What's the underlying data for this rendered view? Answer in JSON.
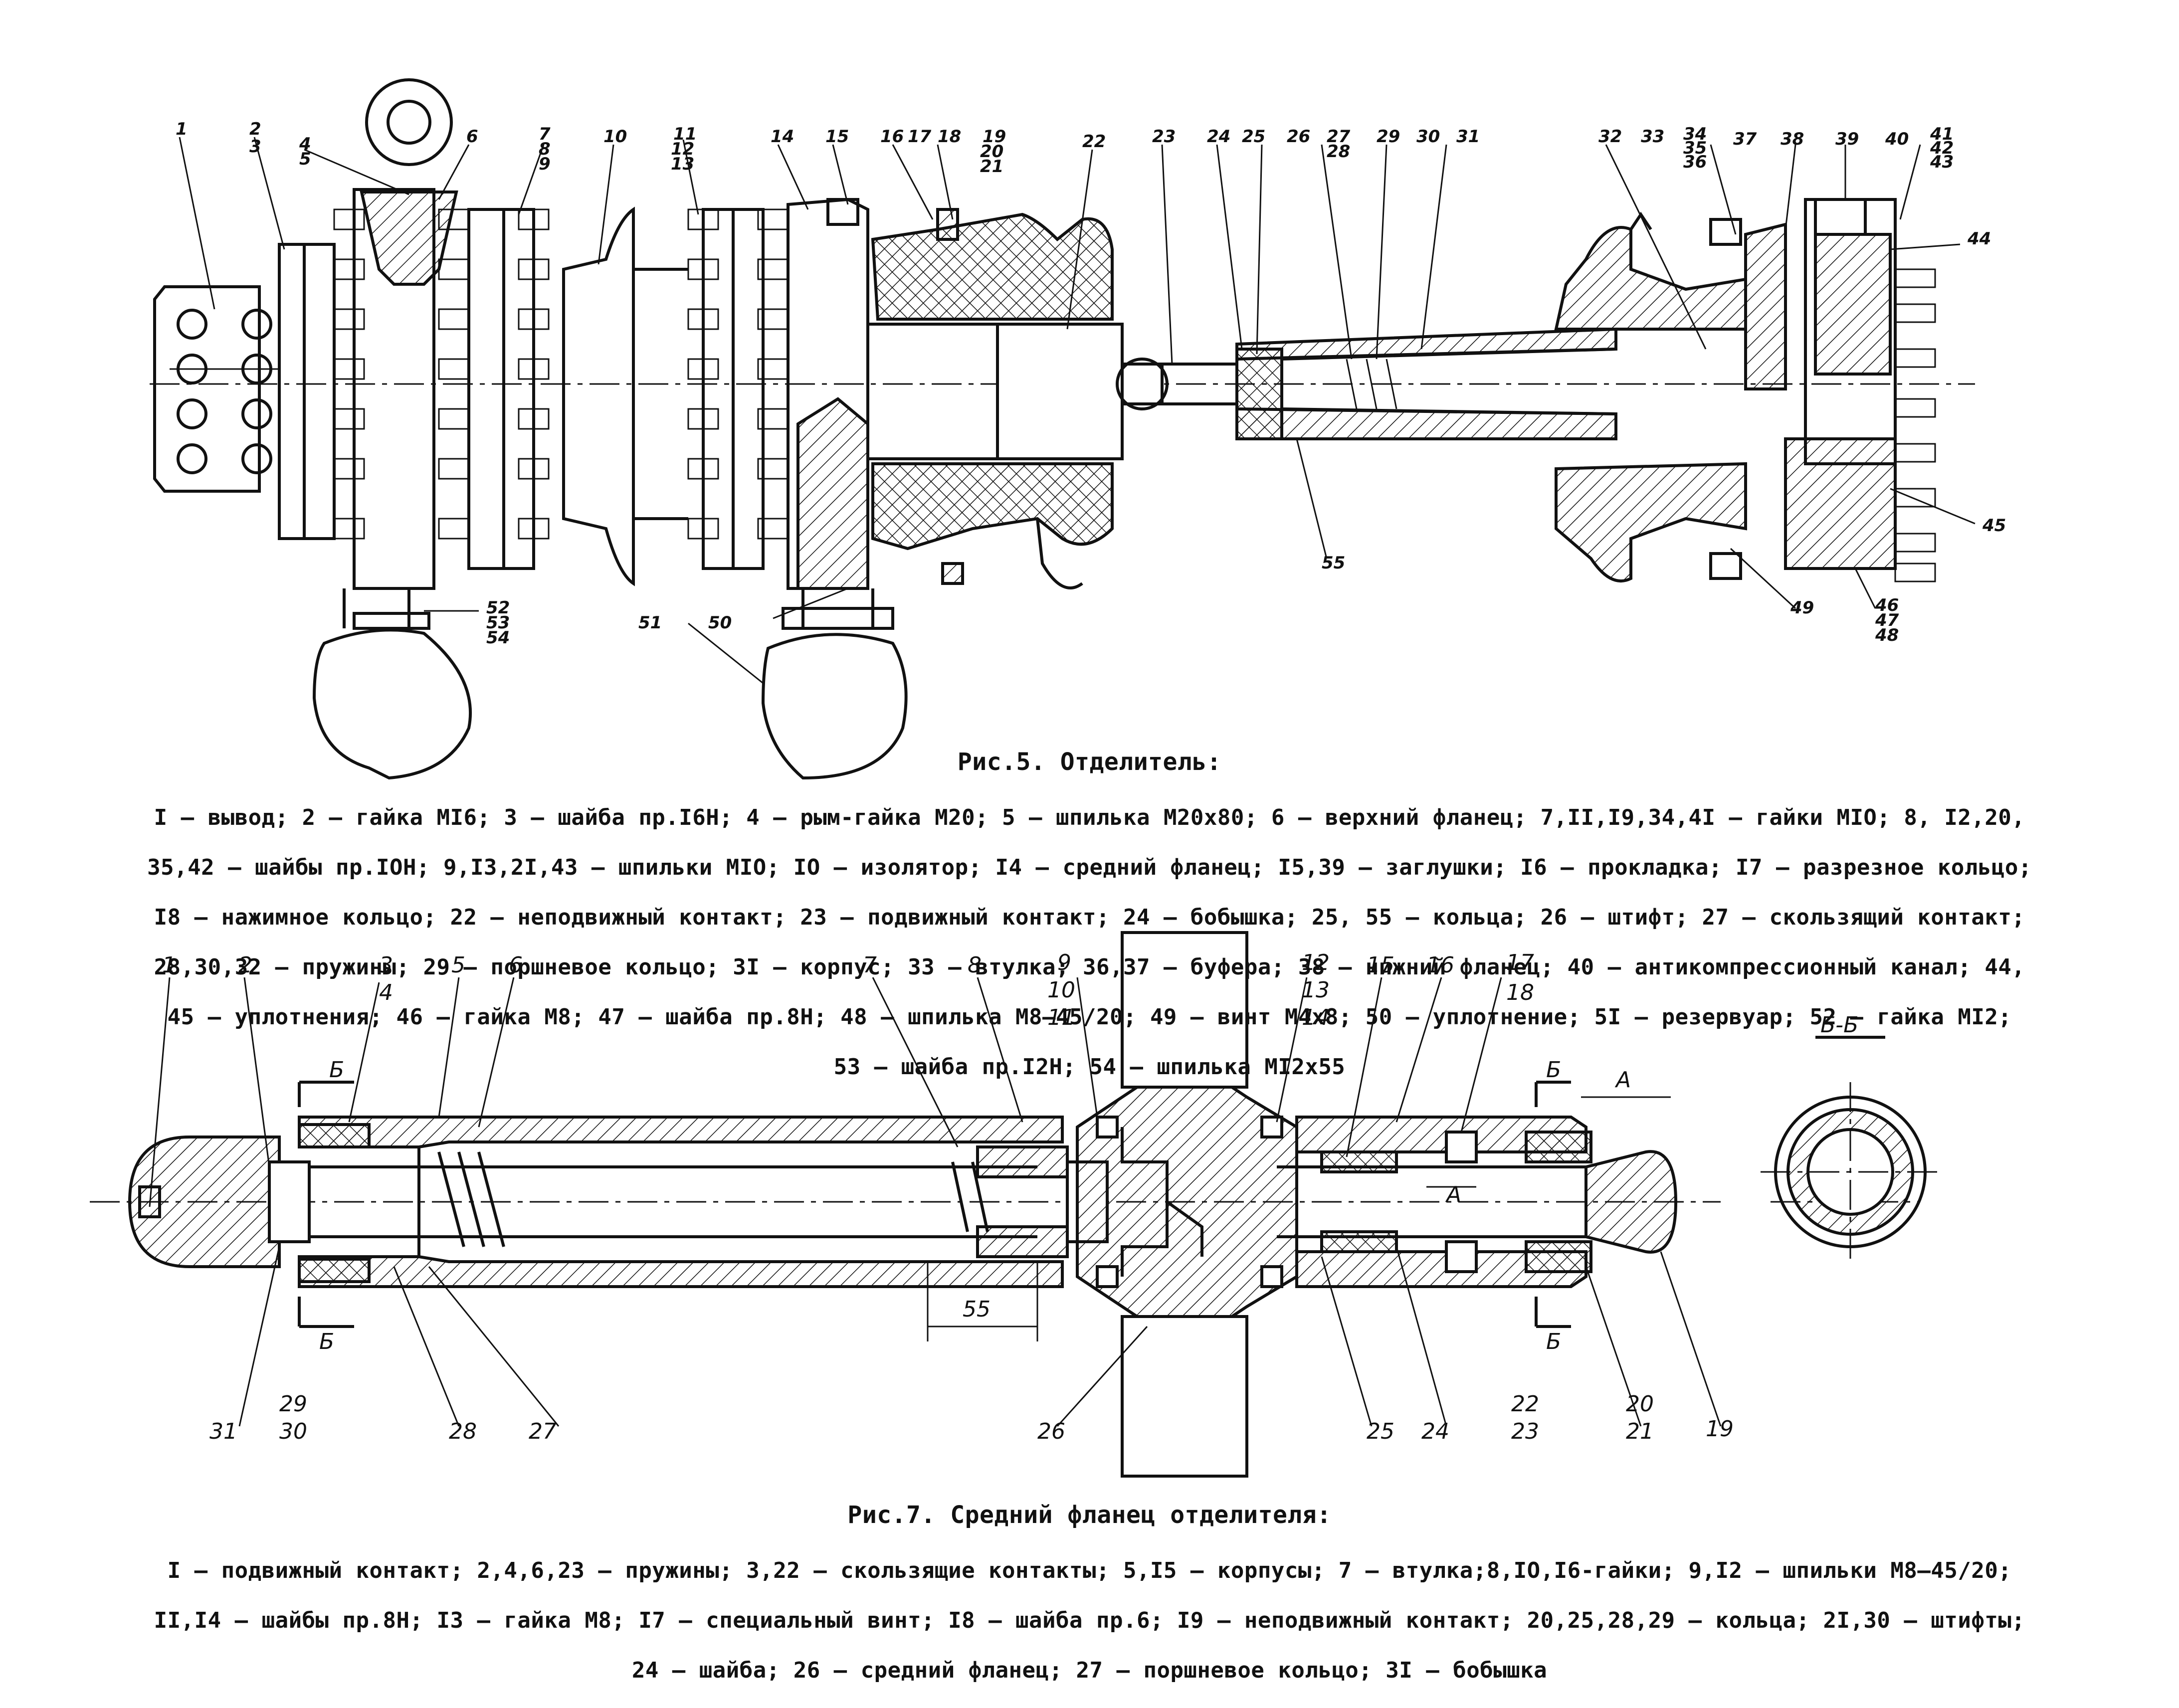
{
  "figure5": {
    "title": "Рис.5. Отделитель:",
    "legend_lines": [
      "I – вывод; 2 – гайка МI6; 3 – шайба пр.I6Н; 4 – рым-гайка М20; 5 – шпилька М20х80; 6 – верхний фланец; 7,II,I9,34,4I – гайки МIО; 8, I2,20,",
      "35,42 – шайбы пр.IОН; 9,I3,2I,43 – шпильки МIО; IО – изолятор; I4 – средний фланец; I5,39 – заглушки; I6 – прокладка; I7 – разрезное кольцо;",
      "I8 – нажимное кольцо; 22 – неподвижный контакт; 23 – подвижный контакт; 24 – бобышка; 25, 55 – кольца; 26 – штифт; 27 – скользящий контакт;",
      "28,30,32 – пружины; 29 – поршневое кольцо; 3I – корпус; 33 – втулка; 36,37 – буфера; 38 – нижний фланец; 40 – антикомпрессионный канал; 44,",
      "45 – уплотнения; 46 – гайка М8; 47 – шайба пр.8Н; 48 – шпилька М8–45/20; 49 – винт М4х8; 50 – уплотнение; 5I – резервуар; 52 – гайка МI2;",
      "53 – шайба пр.I2Н; 54 – шпилька МI2х55"
    ],
    "callouts": [
      "1",
      "2",
      "3",
      "4",
      "5",
      "6",
      "7",
      "8",
      "9",
      "10",
      "11",
      "12",
      "13",
      "14",
      "15",
      "16",
      "17",
      "18",
      "19",
      "20",
      "21",
      "22",
      "23",
      "24",
      "25",
      "26",
      "27",
      "28",
      "29",
      "30",
      "31",
      "32",
      "33",
      "34",
      "35",
      "36",
      "37",
      "38",
      "39",
      "40",
      "41",
      "42",
      "43",
      "44",
      "45",
      "46",
      "47",
      "48",
      "49",
      "50",
      "51",
      "52",
      "53",
      "54",
      "55"
    ]
  },
  "figure7": {
    "title": "Рис.7. Средний фланец отделителя:",
    "legend_lines": [
      "I – подвижный контакт; 2,4,6,23 – пружины; 3,22 – скользящие контакты; 5,I5 – корпусы; 7 – втулка;8,IО,I6-гайки; 9,I2 – шпильки М8–45/20;",
      "II,I4 – шайбы пр.8Н; I3 – гайка М8; I7 – специальный винт; I8 – шайба пр.6; I9 – неподвижный контакт; 20,25,28,29 – кольца; 2I,30 – штифты;",
      "24 – шайба; 26 – средний фланец; 27 – поршневое кольцо; 3I – бобышка"
    ],
    "callouts": [
      "1",
      "2",
      "3",
      "4",
      "5",
      "6",
      "7",
      "8",
      "9",
      "10",
      "11",
      "12",
      "13",
      "14",
      "15",
      "16",
      "17",
      "18",
      "19",
      "20",
      "21",
      "22",
      "23",
      "24",
      "25",
      "26",
      "27",
      "28",
      "29",
      "30",
      "31"
    ],
    "section_marks": [
      "Б",
      "Б",
      "Б",
      "Б"
    ],
    "section_title": "Б-Б",
    "dimension_labels": [
      "55",
      "А",
      "А"
    ]
  }
}
